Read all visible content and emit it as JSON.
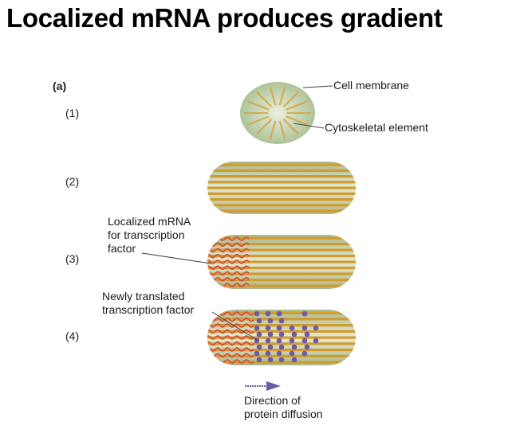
{
  "title": "Localized mRNA produces gradient",
  "panel_label": "(a)",
  "stages": [
    {
      "label": "(1)",
      "description": "round cell with radial cytoskeleton"
    },
    {
      "label": "(2)",
      "description": "elongated cell with parallel cytoskeleton"
    },
    {
      "label": "(3)",
      "description": "localized mRNA at one pole"
    },
    {
      "label": "(4)",
      "description": "newly translated protein diffusing"
    }
  ],
  "annotations": {
    "cell_membrane": "Cell membrane",
    "cytoskeletal_element": "Cytoskeletal element",
    "localized_mrna": [
      "Localized mRNA",
      "for transcription",
      "factor"
    ],
    "new_tf": [
      "Newly translated",
      "transcription factor"
    ],
    "diffusion": [
      "Direction of",
      "protein diffusion"
    ]
  },
  "colors": {
    "cell_fill": "#b9c9a6",
    "cell_center": "#e6eedb",
    "cytoskeleton": "#d49a2a",
    "mrna": "#d9463a",
    "protein": "#6a5aa8",
    "leader": "#333333"
  }
}
